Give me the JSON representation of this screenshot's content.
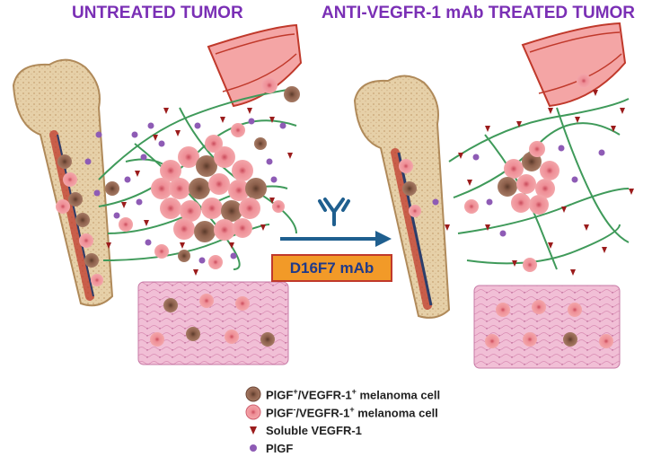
{
  "titles": {
    "left": "UNTREATED TUMOR",
    "right": "ANTI-VEGFR-1 mAb TREATED TUMOR"
  },
  "treatment": {
    "label": "D16F7 mAb",
    "icon": "antibody-y-icon",
    "arrow_color": "#1f5f8f",
    "box_color": "#f29a28"
  },
  "legend": {
    "items": [
      {
        "prefix": "PlGF",
        "sup": "+",
        "middle": "/VEGFR-1",
        "sup2": "+",
        "suffix": " melanoma cell",
        "icon": "brown-cell-icon",
        "color": "#8b5e4a"
      },
      {
        "prefix": "PlGF",
        "sup": "-",
        "middle": "/VEGFR-1",
        "sup2": "+",
        "suffix": " melanoma cell",
        "icon": "pink-cell-icon",
        "color": "#e8707a"
      },
      {
        "prefix": "Soluble VEGFR-1",
        "sup": "",
        "middle": "",
        "sup2": "",
        "suffix": "",
        "icon": "red-arrowhead-icon",
        "color": "#9b1c1c"
      },
      {
        "prefix": "PlGF",
        "sup": "",
        "middle": "",
        "sup2": "",
        "suffix": "",
        "icon": "purple-dot-icon",
        "color": "#8e5bb5"
      }
    ]
  },
  "colors": {
    "title": "#7a2fb5",
    "bone": "#e8d4b0",
    "vessel": "#e87a7a",
    "muscle": "#f3c1d8",
    "fiber": "#3f9a5a"
  }
}
